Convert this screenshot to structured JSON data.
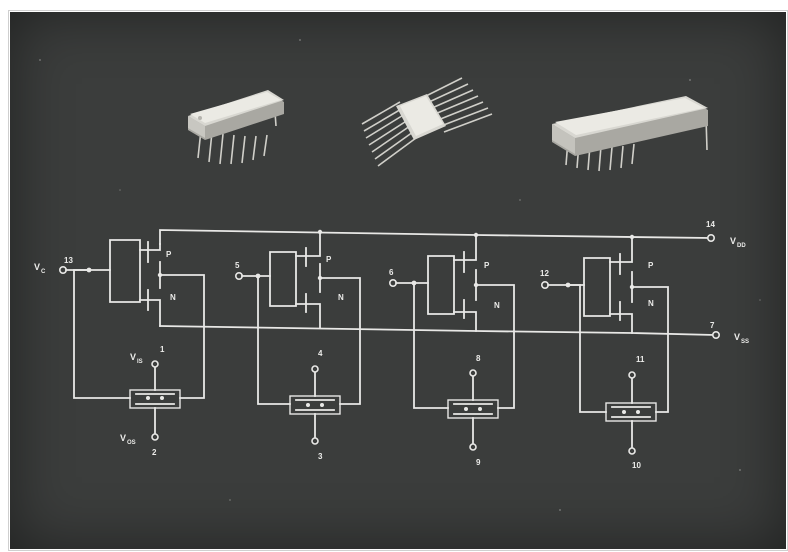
{
  "diagram": {
    "supply_top": {
      "pin": "14",
      "label": "V",
      "sub": "DD"
    },
    "supply_bottom": {
      "pin": "7",
      "label": "V",
      "sub": "SS"
    },
    "switches": [
      {
        "control_pin": "13",
        "control_label": "V",
        "control_sub": "C",
        "in_pin": "1",
        "in_label": "V",
        "in_sub": "IS",
        "out_pin": "2",
        "out_label": "V",
        "out_sub": "OS",
        "p_label": "P",
        "n_label": "N"
      },
      {
        "control_pin": "5",
        "in_pin": "4",
        "out_pin": "3",
        "p_label": "P",
        "n_label": "N"
      },
      {
        "control_pin": "6",
        "in_pin": "8",
        "out_pin": "9",
        "p_label": "P",
        "n_label": "N"
      },
      {
        "control_pin": "12",
        "in_pin": "11",
        "out_pin": "10",
        "p_label": "P",
        "n_label": "N"
      }
    ]
  },
  "packages": [
    {
      "kind": "dual-in-line-ceramic"
    },
    {
      "kind": "flat-pack"
    },
    {
      "kind": "dual-in-line-plastic"
    }
  ],
  "colors": {
    "background": "#3b3d3c",
    "ink": "#e8e8e6",
    "chip": "#ebeae4"
  }
}
